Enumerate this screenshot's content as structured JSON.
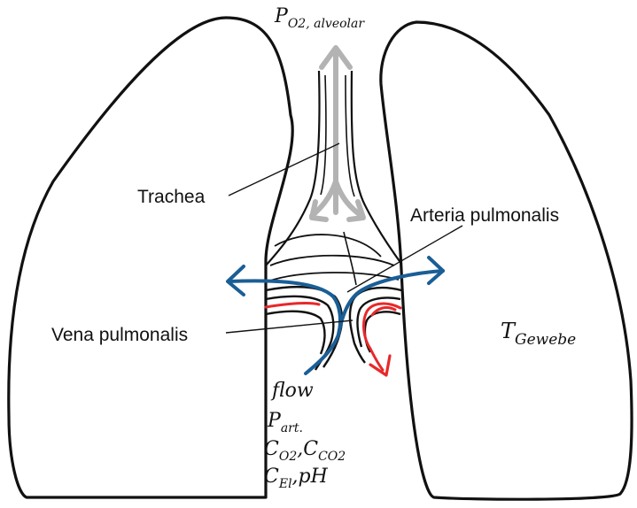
{
  "labels": {
    "po2": "P",
    "po2_sub": "O2, alveolar",
    "trachea": "Trachea",
    "arteria": "Arteria pulmonalis",
    "vena": "Vena pulmonalis",
    "tgewebe": "T",
    "tgewebe_sub": "Gewebe",
    "flow": "flow",
    "part": "P",
    "part_sub": "art.",
    "c1": "C",
    "c1_sub": "O2",
    "comma1": ",",
    "c2": "C",
    "c2_sub": "CO2",
    "c3": "C",
    "c3_sub": "El",
    "ph": ",pH"
  },
  "colors": {
    "outline": "#111111",
    "gray_arrow": "#b3b3b3",
    "blue": "#1a5e96",
    "red": "#e8282a"
  }
}
